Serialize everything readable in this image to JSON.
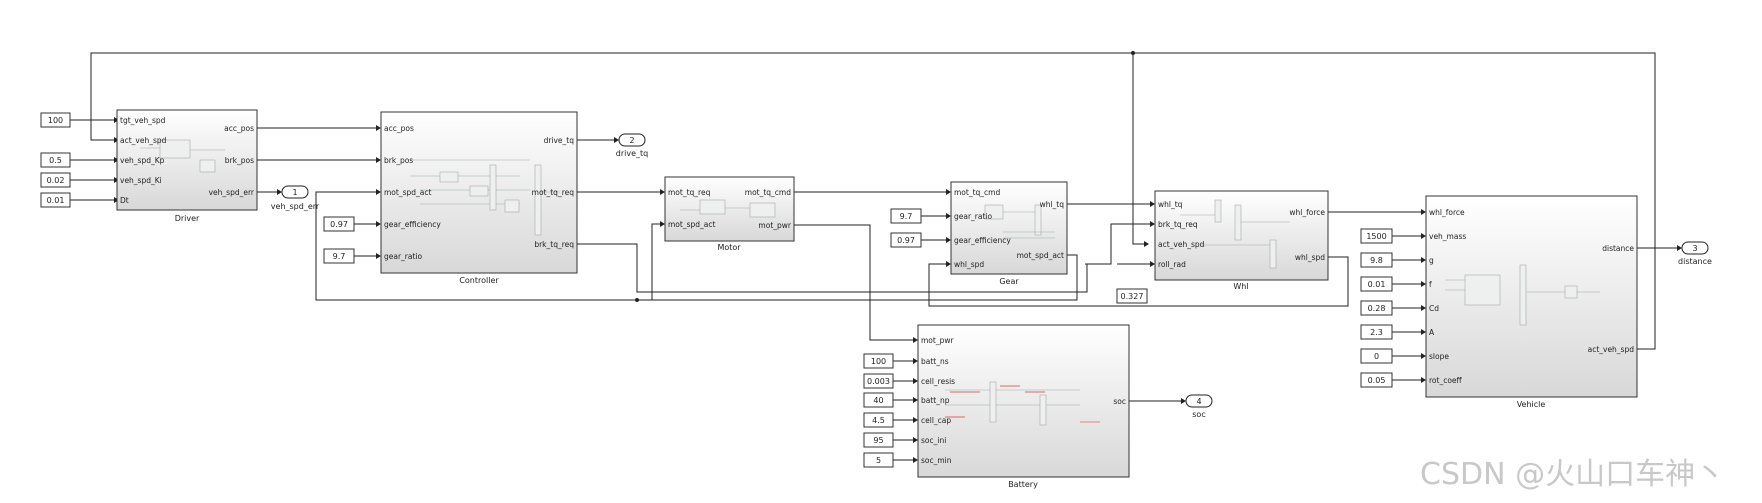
{
  "blocks": {
    "driver": {
      "name": "Driver",
      "inputs": [
        "tgt_veh_spd",
        "act_veh_spd",
        "veh_spd_Kp",
        "veh_spd_Ki",
        "Dt"
      ],
      "outputs": [
        "acc_pos",
        "brk_pos",
        "veh_spd_err"
      ]
    },
    "controller": {
      "name": "Controller",
      "inputs": [
        "acc_pos",
        "brk_pos",
        "mot_spd_act",
        "gear_efficiency",
        "gear_ratio"
      ],
      "outputs": [
        "drive_tq",
        "mot_tq_req",
        "brk_tq_req"
      ]
    },
    "motor": {
      "name": "Motor",
      "inputs": [
        "mot_tq_req",
        "mot_spd_act"
      ],
      "outputs": [
        "mot_tq_cmd",
        "mot_pwr"
      ]
    },
    "gear": {
      "name": "Gear",
      "inputs": [
        "mot_tq_cmd",
        "gear_ratio",
        "gear_efficiency",
        "whl_spd"
      ],
      "outputs": [
        "whl_tq",
        "mot_spd_act"
      ]
    },
    "whl": {
      "name": "Whl",
      "inputs": [
        "whl_tq",
        "brk_tq_req",
        "act_veh_spd",
        "roll_rad"
      ],
      "outputs": [
        "whl_force",
        "whl_spd"
      ]
    },
    "vehicle": {
      "name": "Vehicle",
      "inputs": [
        "whl_force",
        "veh_mass",
        "g",
        "f",
        "Cd",
        "A",
        "slope",
        "rot_coeff"
      ],
      "outputs": [
        "distance",
        "act_veh_spd"
      ]
    },
    "battery": {
      "name": "Battery",
      "inputs": [
        "mot_pwr",
        "batt_ns",
        "cell_resis",
        "batt_np",
        "cell_cap",
        "soc_ini",
        "soc_min"
      ],
      "outputs": [
        "soc"
      ]
    }
  },
  "constants": {
    "tgt_veh_spd": "100",
    "kp": "0.5",
    "ki": "0.02",
    "dt": "0.01",
    "ctrl_gear_eff": "0.97",
    "ctrl_gear_ratio": "9.7",
    "gear_ratio": "9.7",
    "gear_eff": "0.97",
    "roll_rad": "0.327",
    "veh_mass": "1500",
    "g": "9.8",
    "f": "0.01",
    "cd": "0.28",
    "a": "2.3",
    "slope": "0",
    "rot_coeff": "0.05",
    "batt_ns": "100",
    "cell_resis": "0.003",
    "batt_np": "40",
    "cell_cap": "4.5",
    "soc_ini": "95",
    "soc_min": "5"
  },
  "outports": [
    {
      "num": "1",
      "label": "veh_spd_err"
    },
    {
      "num": "2",
      "label": "drive_tq"
    },
    {
      "num": "3",
      "label": "distance"
    },
    {
      "num": "4",
      "label": "soc"
    }
  ],
  "watermark": "CSDN @火山口车神丶"
}
